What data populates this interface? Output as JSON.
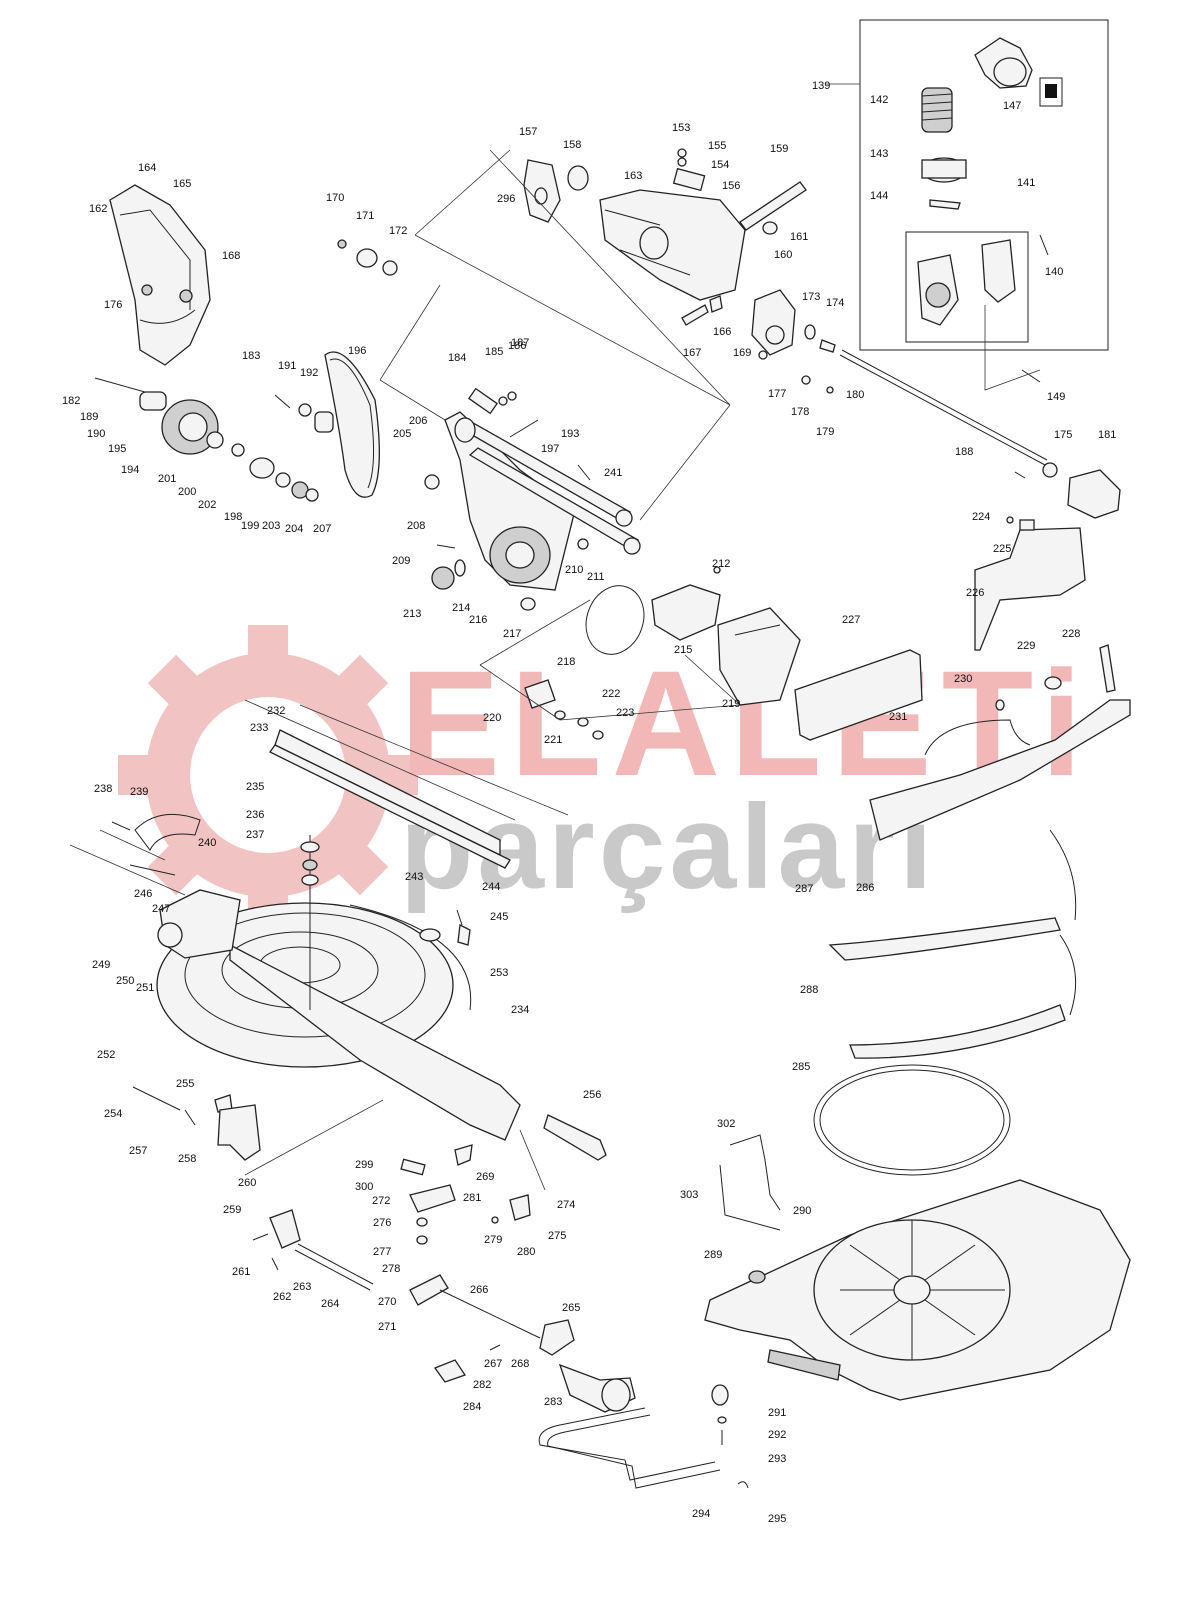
{
  "watermark": {
    "brand": "ELALETi",
    "sub": "parçaları",
    "brand_color": "#f2b8b8",
    "sub_color": "#c9c9c9",
    "gear_color": "#f2c3c3",
    "icon": "gear-icon"
  },
  "part_numbers": {
    "row_kit": [
      "139",
      "140",
      "141",
      "142",
      "143",
      "144",
      "147",
      "149"
    ],
    "head": [
      "153",
      "154",
      "155",
      "156",
      "157",
      "158",
      "159",
      "160",
      "161",
      "163",
      "166",
      "167",
      "169",
      "173",
      "174",
      "175",
      "177",
      "178",
      "179",
      "180",
      "181",
      "188",
      "296"
    ],
    "cover": [
      "162",
      "164",
      "165",
      "168",
      "170",
      "171",
      "172",
      "176"
    ],
    "gear": [
      "182",
      "183",
      "184",
      "185",
      "186",
      "187",
      "189",
      "190",
      "191",
      "192",
      "193",
      "194",
      "195",
      "196",
      "197",
      "198",
      "199",
      "200",
      "201",
      "202",
      "203",
      "204",
      "205",
      "206",
      "207",
      "208",
      "209",
      "210",
      "211",
      "212",
      "213",
      "214",
      "215",
      "216",
      "217",
      "218",
      "219",
      "220",
      "221",
      "222",
      "223",
      "224",
      "225",
      "226",
      "227",
      "228",
      "229",
      "230",
      "231",
      "241"
    ],
    "base": [
      "232",
      "233",
      "234",
      "235",
      "236",
      "237",
      "238",
      "239",
      "240",
      "243",
      "244",
      "245",
      "246",
      "247",
      "249",
      "250",
      "251",
      "252",
      "253",
      "254",
      "255",
      "256",
      "257",
      "258",
      "259",
      "260",
      "261",
      "262",
      "263",
      "264",
      "265",
      "266",
      "267",
      "268",
      "269",
      "270",
      "271",
      "272",
      "274",
      "275",
      "276",
      "277",
      "278",
      "279",
      "280",
      "281",
      "282",
      "283",
      "284",
      "285",
      "286",
      "287",
      "288",
      "289",
      "290",
      "291",
      "292",
      "293",
      "294",
      "295",
      "299",
      "300",
      "302",
      "303"
    ]
  }
}
